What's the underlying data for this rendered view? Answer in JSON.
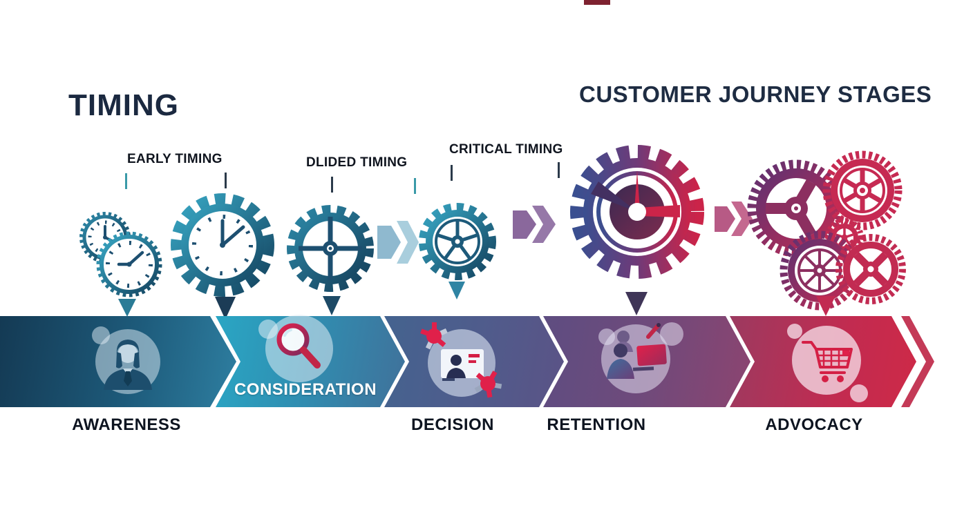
{
  "titles": {
    "timing": "TIMING",
    "journey": "CUSTOMER JOURNEY STAGES"
  },
  "timing_markers": [
    {
      "label": "EARLY TIMING"
    },
    {
      "label": "DLIDED TIMING"
    },
    {
      "label": "CRITICAL TIMING"
    }
  ],
  "stages": [
    {
      "label": "AWARENESS",
      "icon": "person-icon",
      "label_placement": "below"
    },
    {
      "label": "CONSIDERATION",
      "icon": "magnifier-icon",
      "label_placement": "inside"
    },
    {
      "label": "DECISION",
      "icon": "screen-person-icon",
      "label_placement": "below"
    },
    {
      "label": "RETENTION",
      "icon": "team-desk-icon",
      "label_placement": "below"
    },
    {
      "label": "ADVOCACY",
      "icon": "shopping-cart-icon",
      "label_placement": "below"
    }
  ],
  "decor": {
    "gears": [
      "clock-pair",
      "clock-gear",
      "crosshair-gear",
      "wheel-gear",
      "gauge-gear",
      "gear-cluster"
    ],
    "arrows": [
      "light-blue-arrow",
      "purple-arrow",
      "pink-arrow"
    ]
  },
  "palette": {
    "title_text": "#1b2940",
    "teal_gear_light": "#38a7c4",
    "teal_gear_dark": "#14435f",
    "gauge_blue": "#3a4f90",
    "gauge_crimson": "#cb2449",
    "cluster_purple": "#5c3172",
    "cluster_crimson": "#c22b52",
    "band_awareness": "#1d5a7a",
    "band_consideration": "#2aa6c4",
    "band_decision": "#4f5c8c",
    "band_retention": "#6f4a7b",
    "band_advocacy": "#c22b50",
    "accent_red": "#d41f45"
  }
}
